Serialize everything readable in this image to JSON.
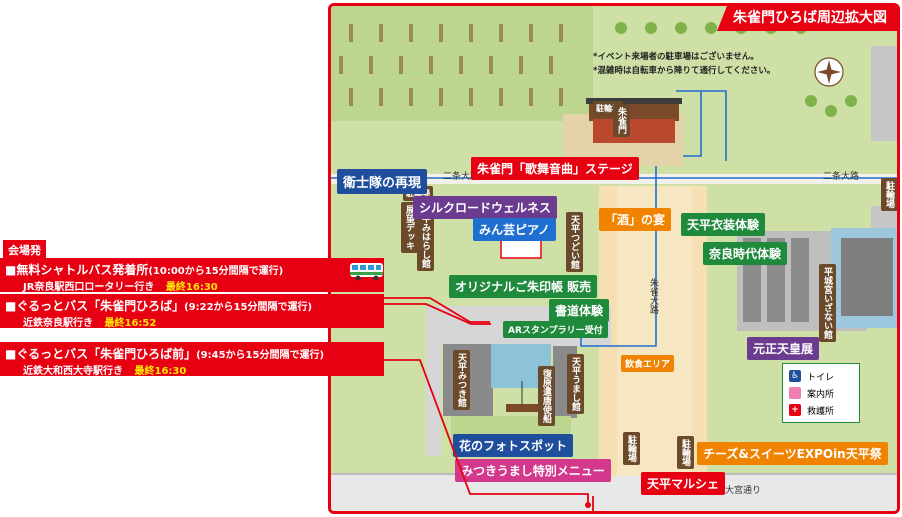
{
  "map_title": "朱雀門ひろば周辺拡大図",
  "notes": [
    "*イベント来場者の駐車場はございません。",
    "*混雑時は自転車から降りて通行してください。"
  ],
  "roads": {
    "nijo_left": "二条大路",
    "nijo_right": "二条大路",
    "suzaku": "朱雀大路",
    "omiya": "大宮通り"
  },
  "buildings": {
    "suzakumon": "朱雀門",
    "tourist_deck": "展望デッキ",
    "miharashi": "天平みはらし館",
    "tsudoi": "天平つどい館",
    "mitsuki": "天平みつき館",
    "umashi": "天平うまし館",
    "restored_ship": "復原遣唐使船",
    "history_museum": "平城宮いざない館"
  },
  "parking": {
    "bike_top": "駐輪場",
    "bike_left": "駐輪場",
    "bike_right": "駐輪場",
    "bike_bottom1": "駐輪場",
    "bike_bottom2": "駐輪場"
  },
  "events": {
    "kabu": "朱雀門「歌舞音曲」ステージ",
    "eshitai": "衛士隊の再現",
    "silkroad": "シルクロードウェルネス",
    "minge": "みん芸ピアノ",
    "sake": "「酒」の宴",
    "tenpyo_costume": "天平衣装体験",
    "nara_jidai": "奈良時代体験",
    "goshuin": "オリジナルご朱印帳 販売",
    "shodo": "書道体験",
    "ar_stamp": "ARスタンプラリー受付",
    "gensho": "元正天皇展",
    "inshoku": "飲食エリア",
    "flower_photo": "花のフォトスポット",
    "mitsuki_menu": "みつきうまし特別メニュー",
    "cheese": "チーズ&スイーツEXPOin天平祭",
    "marche": "天平マルシェ"
  },
  "legend": {
    "toilet": "トイレ",
    "info": "案内所",
    "first_aid": "救護所"
  },
  "venue_departure": {
    "header": "会場発",
    "routes": [
      {
        "title": "■無料シャトルバス発着所",
        "detail": "(10:00から15分間隔で運行)",
        "sub": "JR奈良駅西口ロータリー行き",
        "last": "最終16:30"
      },
      {
        "title": "■ぐるっとバス「朱雀門ひろば」",
        "detail": "(9:22から15分間隔で運行)",
        "sub": "近鉄奈良駅行き",
        "last": "最終16:52"
      },
      {
        "title": "■ぐるっとバス「朱雀門ひろば前」",
        "detail": "(9:45から15分間隔で運行)",
        "sub": "近鉄大和西大寺駅行き",
        "last": "最終16:30"
      }
    ]
  },
  "colors": {
    "red": "#e60012",
    "blue": "#1f4e9c",
    "green": "#1f8a3b",
    "purple": "#6a3b8f",
    "orange": "#f08300",
    "brown": "#6b4a2b",
    "pink": "#d4388c",
    "cream": "#f5dfb3",
    "grass": "#c9dc9c"
  }
}
